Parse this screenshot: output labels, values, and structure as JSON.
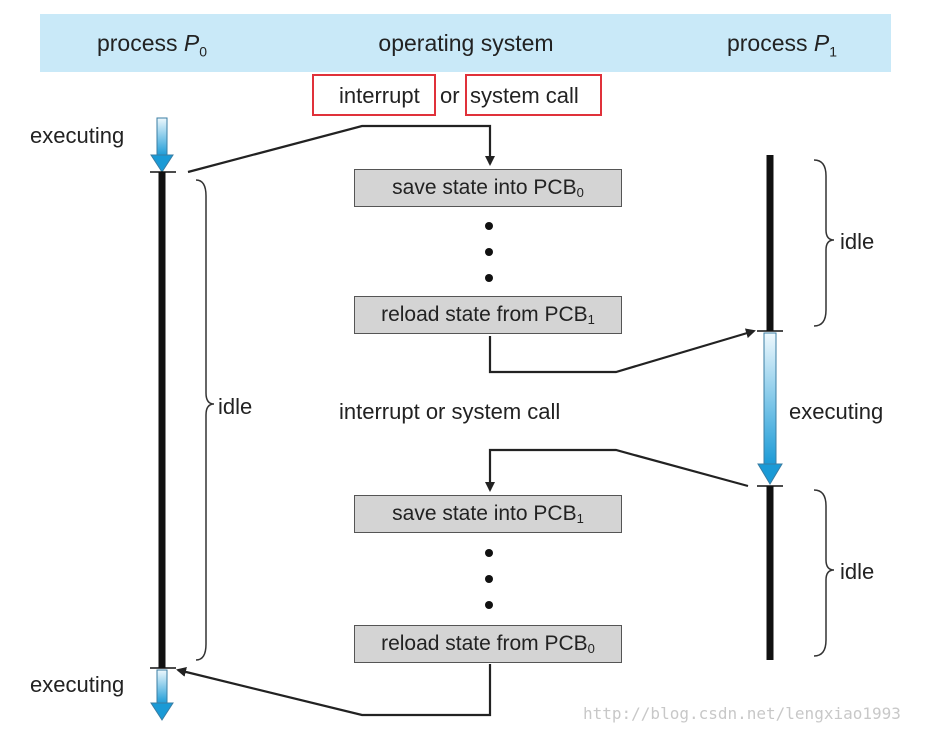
{
  "header": {
    "col_p0_text": "process ",
    "col_p0_var": "P",
    "col_p0_sub": "0",
    "col_os": "operating system",
    "col_p1_text": "process ",
    "col_p1_var": "P",
    "col_p1_sub": "1"
  },
  "top_trigger": {
    "interrupt": "interrupt",
    "or": "or",
    "system_call": "system call"
  },
  "middle_trigger": "interrupt or system call",
  "p0": {
    "executing_top": "executing",
    "idle": "idle",
    "executing_bottom": "executing"
  },
  "p1": {
    "idle_top": "idle",
    "executing": "executing",
    "idle_bottom": "idle"
  },
  "boxes": {
    "save_pcb0_text": "save state into PCB",
    "save_pcb0_sub": "0",
    "reload_pcb1_text": "reload state from PCB",
    "reload_pcb1_sub": "1",
    "save_pcb1_text": "save state into PCB",
    "save_pcb1_sub": "1",
    "reload_pcb0_text": "reload state from PCB",
    "reload_pcb0_sub": "0"
  },
  "watermark": "http://blog.csdn.net/lengxiao1993",
  "colors": {
    "header_bg": "#c9e9f8",
    "highlight": "#e0313a",
    "exec_arrow_top": "#e6f4fb",
    "exec_arrow_bottom": "#1a9ad6"
  }
}
